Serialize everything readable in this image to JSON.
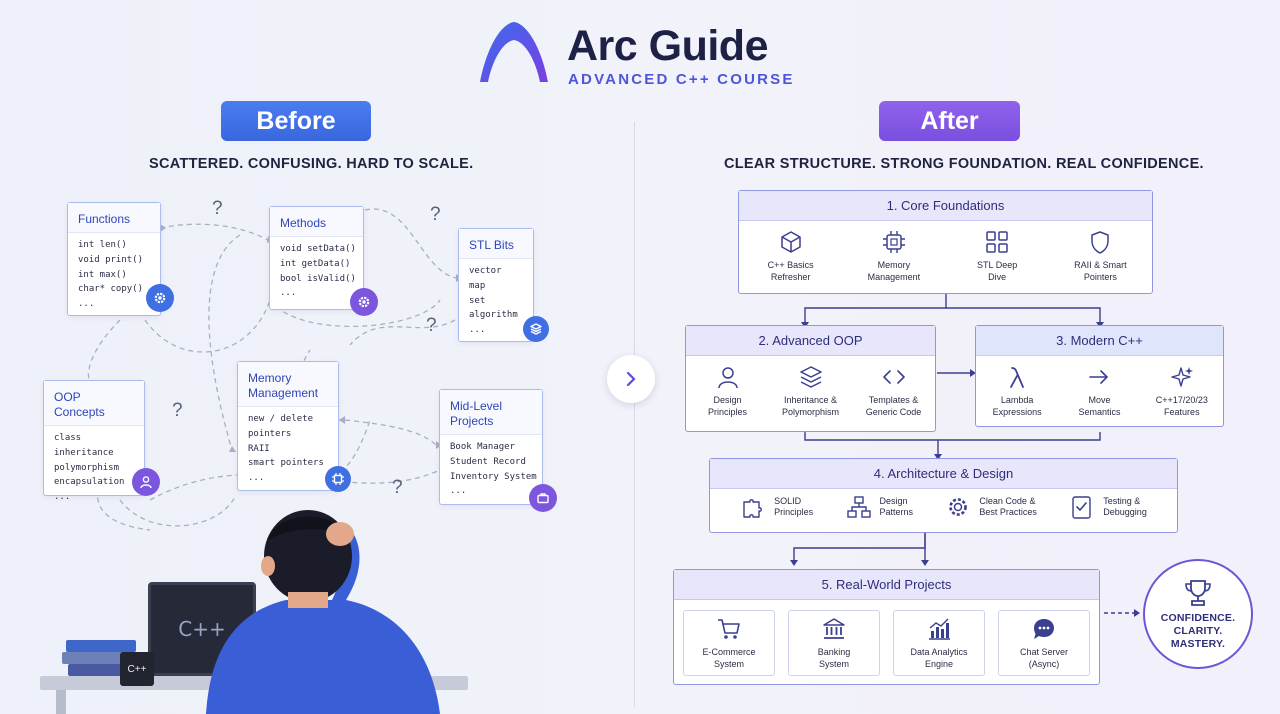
{
  "header": {
    "title": "Arc Guide",
    "subtitle": "ADVANCED C++ COURSE"
  },
  "before": {
    "label": "Before",
    "tagline": "SCATTERED. CONFUSING. HARD TO SCALE.",
    "cards": [
      {
        "title": "Functions",
        "lines": [
          "int len()",
          "void print()",
          "int max()",
          "char* copy()",
          "..."
        ],
        "icon": "gear-icon"
      },
      {
        "title": "Methods",
        "lines": [
          "void setData()",
          "int getData()",
          "bool isValid()",
          "..."
        ],
        "icon": "gear-icon"
      },
      {
        "title": "STL Bits",
        "lines": [
          "vector",
          "map",
          "set",
          "algorithm",
          "..."
        ],
        "icon": "layers-icon"
      },
      {
        "title": "OOP Concepts",
        "lines": [
          "class",
          "inheritance",
          "polymorphism",
          "encapsulation",
          "..."
        ],
        "icon": "user-icon"
      },
      {
        "title": "Memory\nManagement",
        "lines": [
          "new / delete",
          "pointers",
          "RAII",
          "smart pointers",
          "..."
        ],
        "icon": "chip-icon"
      },
      {
        "title": "Mid-Level\nProjects",
        "lines": [
          "Book Manager",
          "Student Record",
          "Inventory System",
          "..."
        ],
        "icon": "briefcase-icon"
      }
    ],
    "question_mark": "?",
    "laptop_text": "C++",
    "mug_text": "C++"
  },
  "after": {
    "label": "After",
    "tagline": "CLEAR STRUCTURE. STRONG FOUNDATION. REAL CONFIDENCE.",
    "stages": [
      {
        "title": "1.  Core Foundations",
        "items": [
          {
            "label": "C++ Basics\nRefresher",
            "icon": "cube-icon"
          },
          {
            "label": "Memory\nManagement",
            "icon": "chip-icon"
          },
          {
            "label": "STL Deep\nDive",
            "icon": "grid-icon"
          },
          {
            "label": "RAII & Smart\nPointers",
            "icon": "shield-icon"
          }
        ]
      },
      {
        "title": "2.  Advanced OOP",
        "items": [
          {
            "label": "Design\nPrinciples",
            "icon": "user-icon"
          },
          {
            "label": "Inheritance &\nPolymorphism",
            "icon": "layers-icon"
          },
          {
            "label": "Templates &\nGeneric Code",
            "icon": "code-icon"
          }
        ]
      },
      {
        "title": "3.  Modern C++",
        "items": [
          {
            "label": "Lambda\nExpressions",
            "icon": "lambda-icon"
          },
          {
            "label": "Move\nSemantics",
            "icon": "arrow-right-icon"
          },
          {
            "label": "C++17/20/23\nFeatures",
            "icon": "sparkle-icon"
          }
        ]
      },
      {
        "title": "4.  Architecture & Design",
        "items": [
          {
            "label": "SOLID\nPrinciples",
            "icon": "puzzle-icon"
          },
          {
            "label": "Design\nPatterns",
            "icon": "hierarchy-icon"
          },
          {
            "label": "Clean Code &\nBest Practices",
            "icon": "gear-icon"
          },
          {
            "label": "Testing &\nDebugging",
            "icon": "checklist-icon"
          }
        ]
      },
      {
        "title": "5.  Real-World Projects",
        "items": [
          {
            "label": "E-Commerce\nSystem",
            "icon": "cart-icon"
          },
          {
            "label": "Banking\nSystem",
            "icon": "bank-icon"
          },
          {
            "label": "Data Analytics\nEngine",
            "icon": "chart-icon"
          },
          {
            "label": "Chat Server\n(Async)",
            "icon": "chat-icon"
          }
        ]
      }
    ],
    "result": {
      "label": "CONFIDENCE.\nCLARITY.\nMASTERY.",
      "icon": "trophy-icon"
    }
  },
  "colors": {
    "blue": "#3f6fe2",
    "purple": "#7c57dd",
    "navy": "#1d2145",
    "accent": "#4f55d9"
  }
}
